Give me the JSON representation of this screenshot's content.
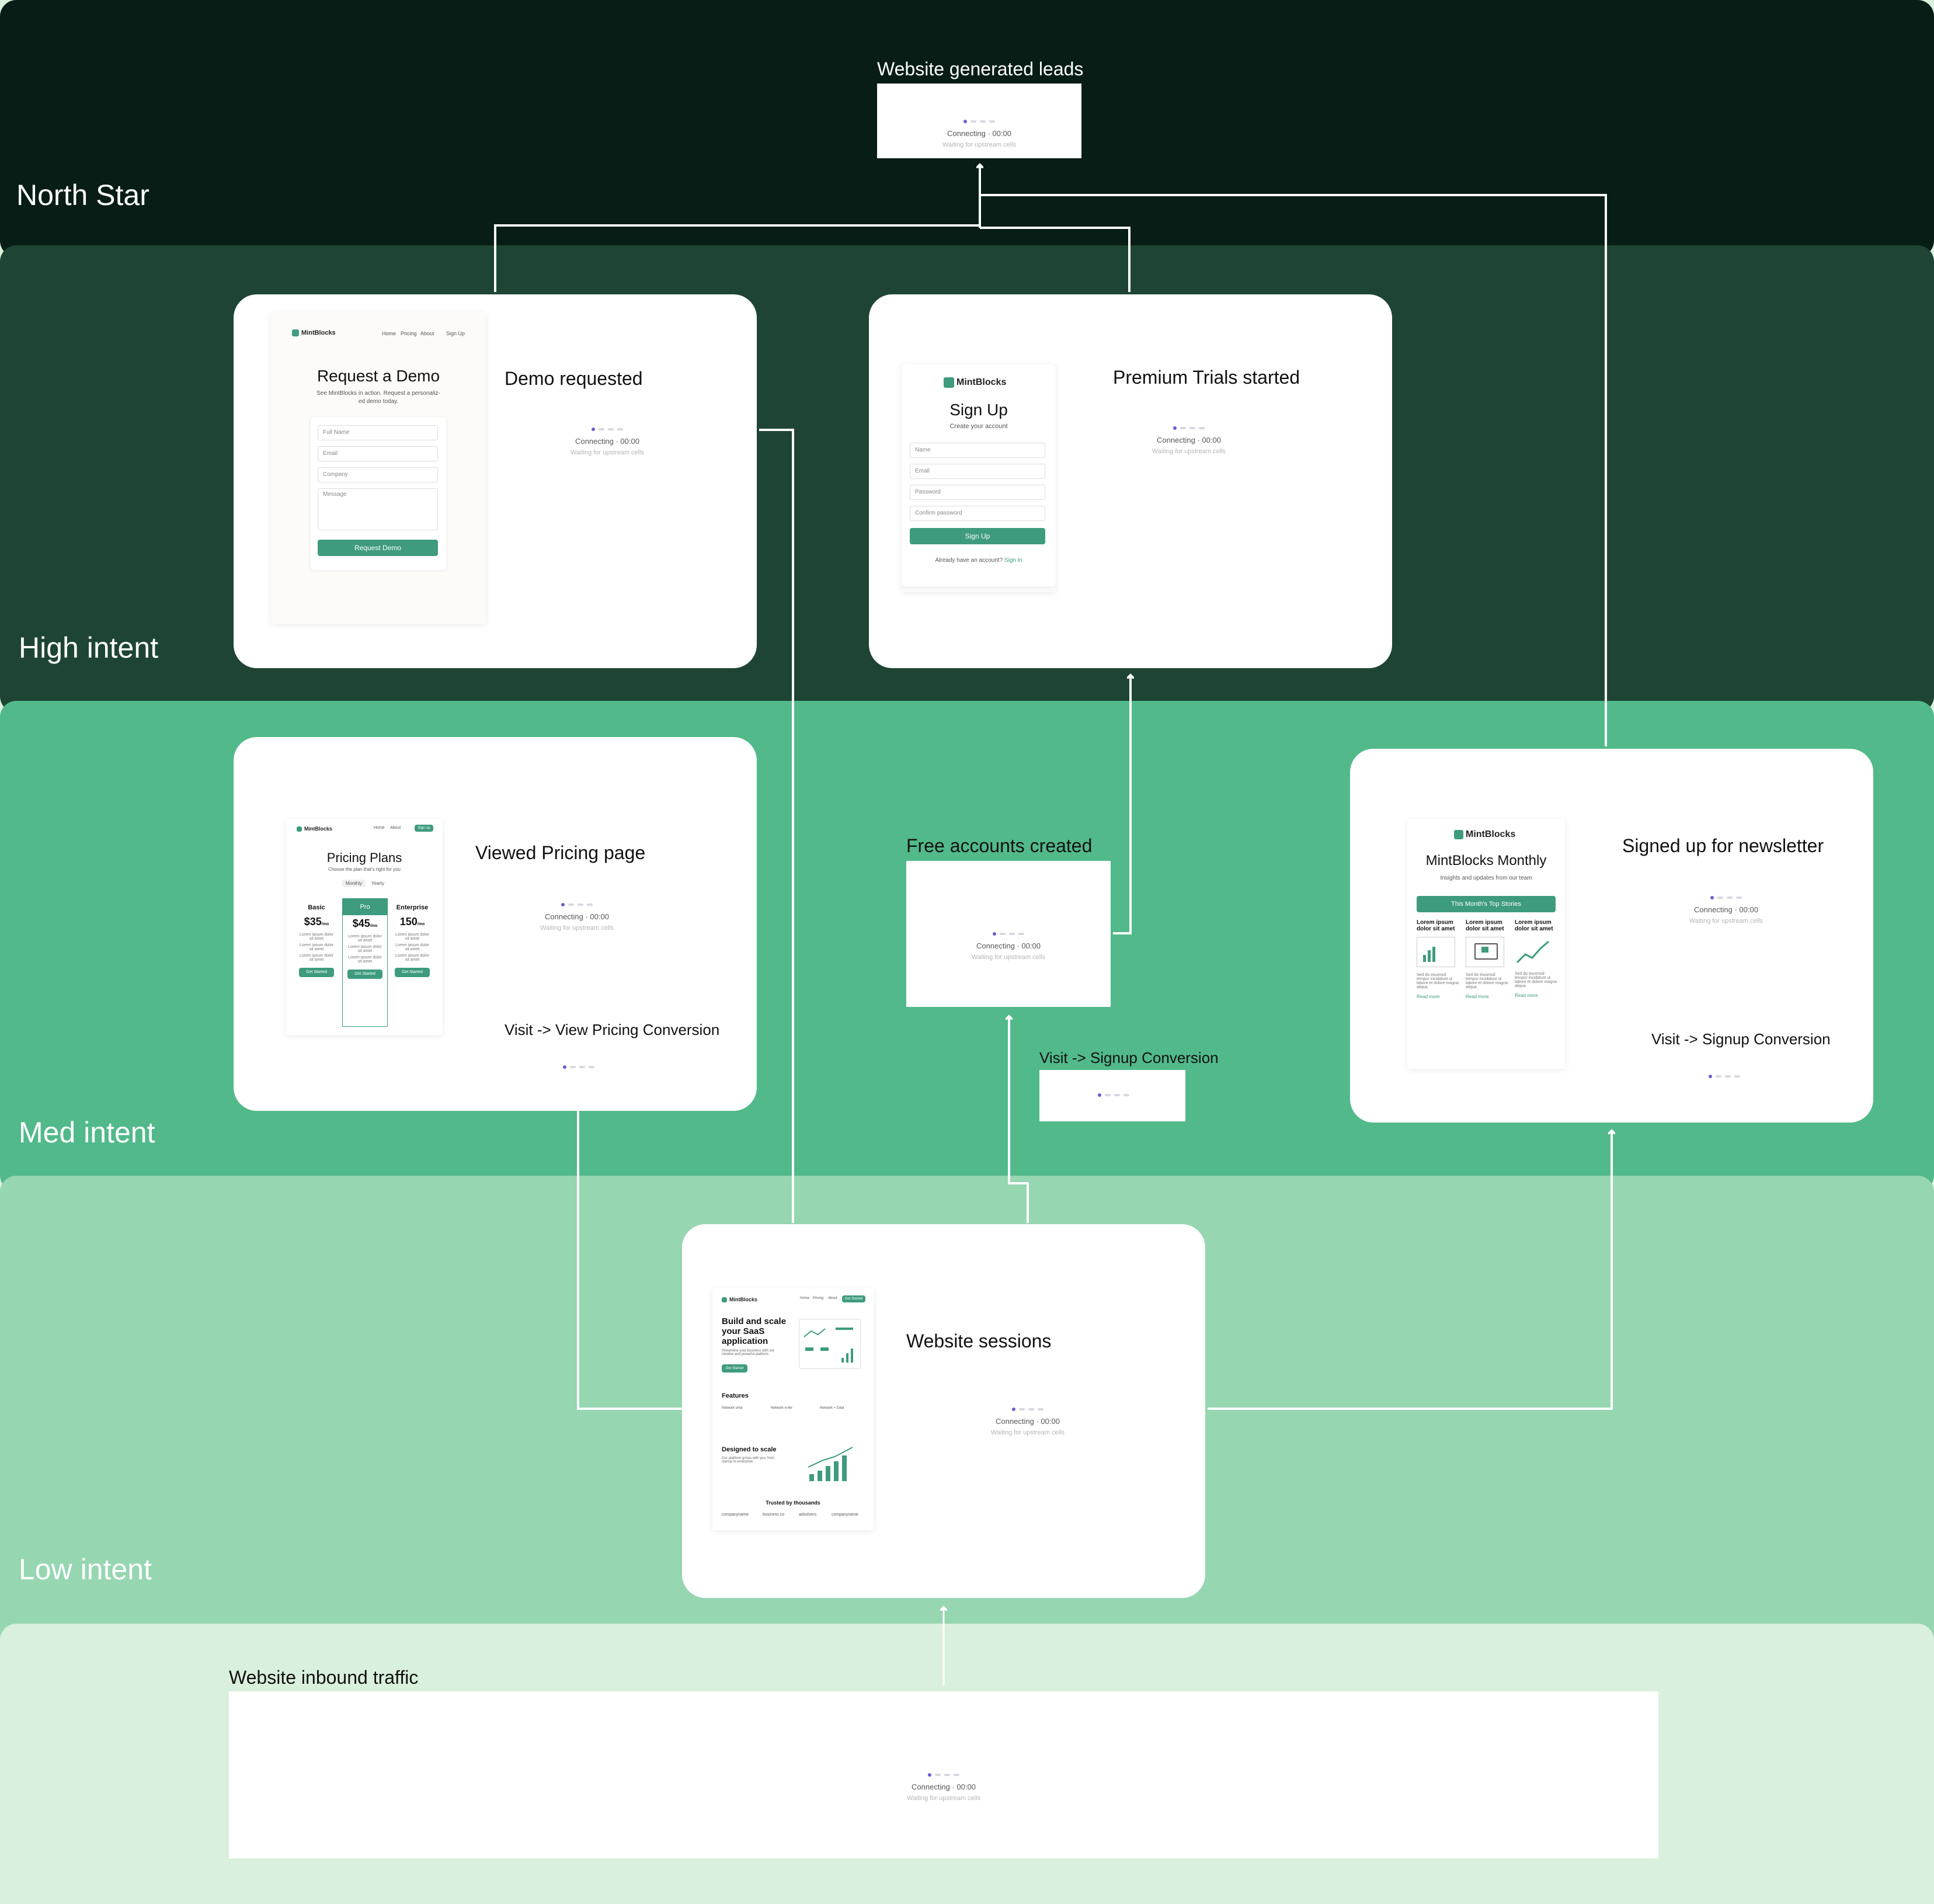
{
  "bands": {
    "north_star": "North Star",
    "high": "High intent",
    "med": "Med intent",
    "low": "Low intent"
  },
  "status": {
    "connecting": "Connecting",
    "time": "00:00",
    "waiting": "Waiting for upstream cells"
  },
  "nodes": {
    "leads": {
      "title": "Website generated leads"
    },
    "demo": {
      "title": "Demo requested"
    },
    "trials": {
      "title": "Premium Trials started"
    },
    "pricing": {
      "title": "Viewed Pricing page",
      "conversion": "Visit -> View Pricing Conversion"
    },
    "free_accounts": {
      "title": "Free accounts created"
    },
    "signup_conv": {
      "title": "Visit -> Signup Conversion"
    },
    "newsletter": {
      "title": "Signed up for newsletter",
      "conversion": "Visit -> Signup Conversion"
    },
    "sessions": {
      "title": "Website sessions"
    },
    "traffic": {
      "title": "Website inbound traffic"
    }
  },
  "mock_demo": {
    "brand": "MintBlocks",
    "nav": [
      "Home",
      "Pricing",
      "About",
      "Sign Up"
    ],
    "heading": "Request a Demo",
    "sub1": "See MintBlocks in action. Request a personaliz-",
    "sub2": "ed demo today.",
    "fields": [
      "Full Name",
      "Email",
      "Company",
      "Message"
    ],
    "button": "Request Demo"
  },
  "mock_signup": {
    "brand": "MintBlocks",
    "heading": "Sign Up",
    "sub": "Create your account",
    "fields": [
      "Name",
      "Email",
      "Password",
      "Confirm password"
    ],
    "button": "Sign Up",
    "footer": "Already have an account?",
    "footer_link": "Sign in"
  },
  "mock_pricing": {
    "brand": "MintBlocks",
    "nav": [
      "Home",
      "About",
      "Sign Up"
    ],
    "heading": "Pricing Plans",
    "sub": "Choose the plan that's right for you",
    "toggle": [
      "Monthly",
      "Yearly"
    ],
    "plans": [
      {
        "name": "Basic",
        "price": "$35",
        "unit": "/mo",
        "cta": "Get Started"
      },
      {
        "name": "Pro",
        "price": "$45",
        "unit": "/mo",
        "cta": "Get Started"
      },
      {
        "name": "Enterprise",
        "price": "150",
        "unit": "/mo",
        "cta": "Get Started"
      }
    ],
    "lorem": "Lorem ipsum dolor sit amet"
  },
  "mock_newsletter": {
    "brand": "MintBlocks",
    "heading": "MintBlocks Monthly",
    "sub": "Insights and updates from our team",
    "banner": "This Month's Top Stories",
    "stories": [
      "Lorem ipsum dolor sit amet",
      "Lorem ipsum dolor sit amet",
      "Lorem ipsum dolor sit amet"
    ],
    "body": "Sed do eiusmod tempor incididunt ut labore et dolore magna aliqua.",
    "read_more": "Read more"
  },
  "mock_home": {
    "brand": "MintBlocks",
    "nav": [
      "Home",
      "Pricing",
      "About"
    ],
    "nav_cta": "Get Started",
    "hero": [
      "Build and scale",
      "your SaaS",
      "application"
    ],
    "hero_sub": "Streamline your business with our intuitive and powerful platform",
    "hero_cta": "Get Started",
    "features": "Features",
    "feature_items": [
      "Network uma",
      "Network e-lite",
      "Network + Data"
    ],
    "scale_title": "Designed to scale",
    "scale_sub": "Our platform grows with you, from startup to enterprise.",
    "trusted": "Trusted by thousands",
    "logos": [
      "companyname",
      "business.co",
      "adsolvers",
      "companyname"
    ]
  },
  "colors": {
    "north_star": "#071d15",
    "high": "#1e4534",
    "med": "#52b98a",
    "low": "#96d6b1",
    "bottom": "#d9f0dc",
    "accent": "#3e9b7e"
  }
}
